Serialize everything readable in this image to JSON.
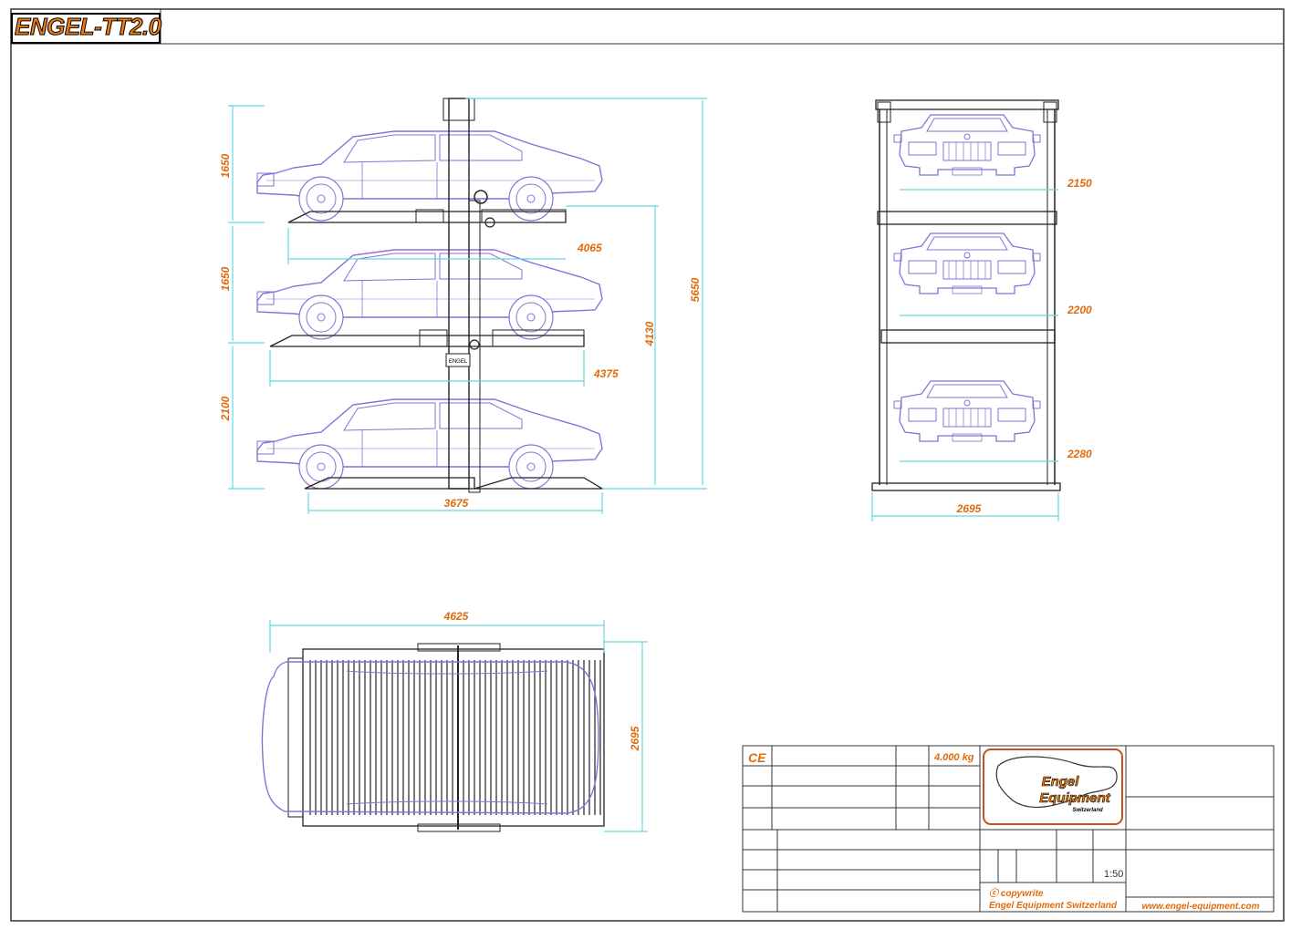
{
  "header": {
    "model_title": "ENGEL-TT2.0"
  },
  "side_view": {
    "level_heights": [
      "1650",
      "1650",
      "2100"
    ],
    "platform_lengths": [
      "4065",
      "4375"
    ],
    "base_length": "3675",
    "height_4130": "4130",
    "total_height": "5650",
    "post_label": "ENGEL"
  },
  "front_view": {
    "car_widths": [
      "2150",
      "2200",
      "2280"
    ],
    "total_width": "2695"
  },
  "top_view": {
    "length": "4625",
    "width": "2695"
  },
  "title_block": {
    "ce_mark": "CE",
    "capacity": "4.000 kg",
    "logo_line1": "Engel",
    "logo_line2": "Equipment",
    "logo_line3": "Switzerland",
    "scale": "1:50",
    "copyright_line1": "ⓒ copywrite",
    "copyright_line2": "Engel Equipment Switzerland",
    "website": "www.engel-equipment.com"
  },
  "colors": {
    "car_outline": "#8a6fd8",
    "dimension_line": "#66d8e0",
    "dimension_text": "#e06a0a",
    "frame": "#222222"
  }
}
